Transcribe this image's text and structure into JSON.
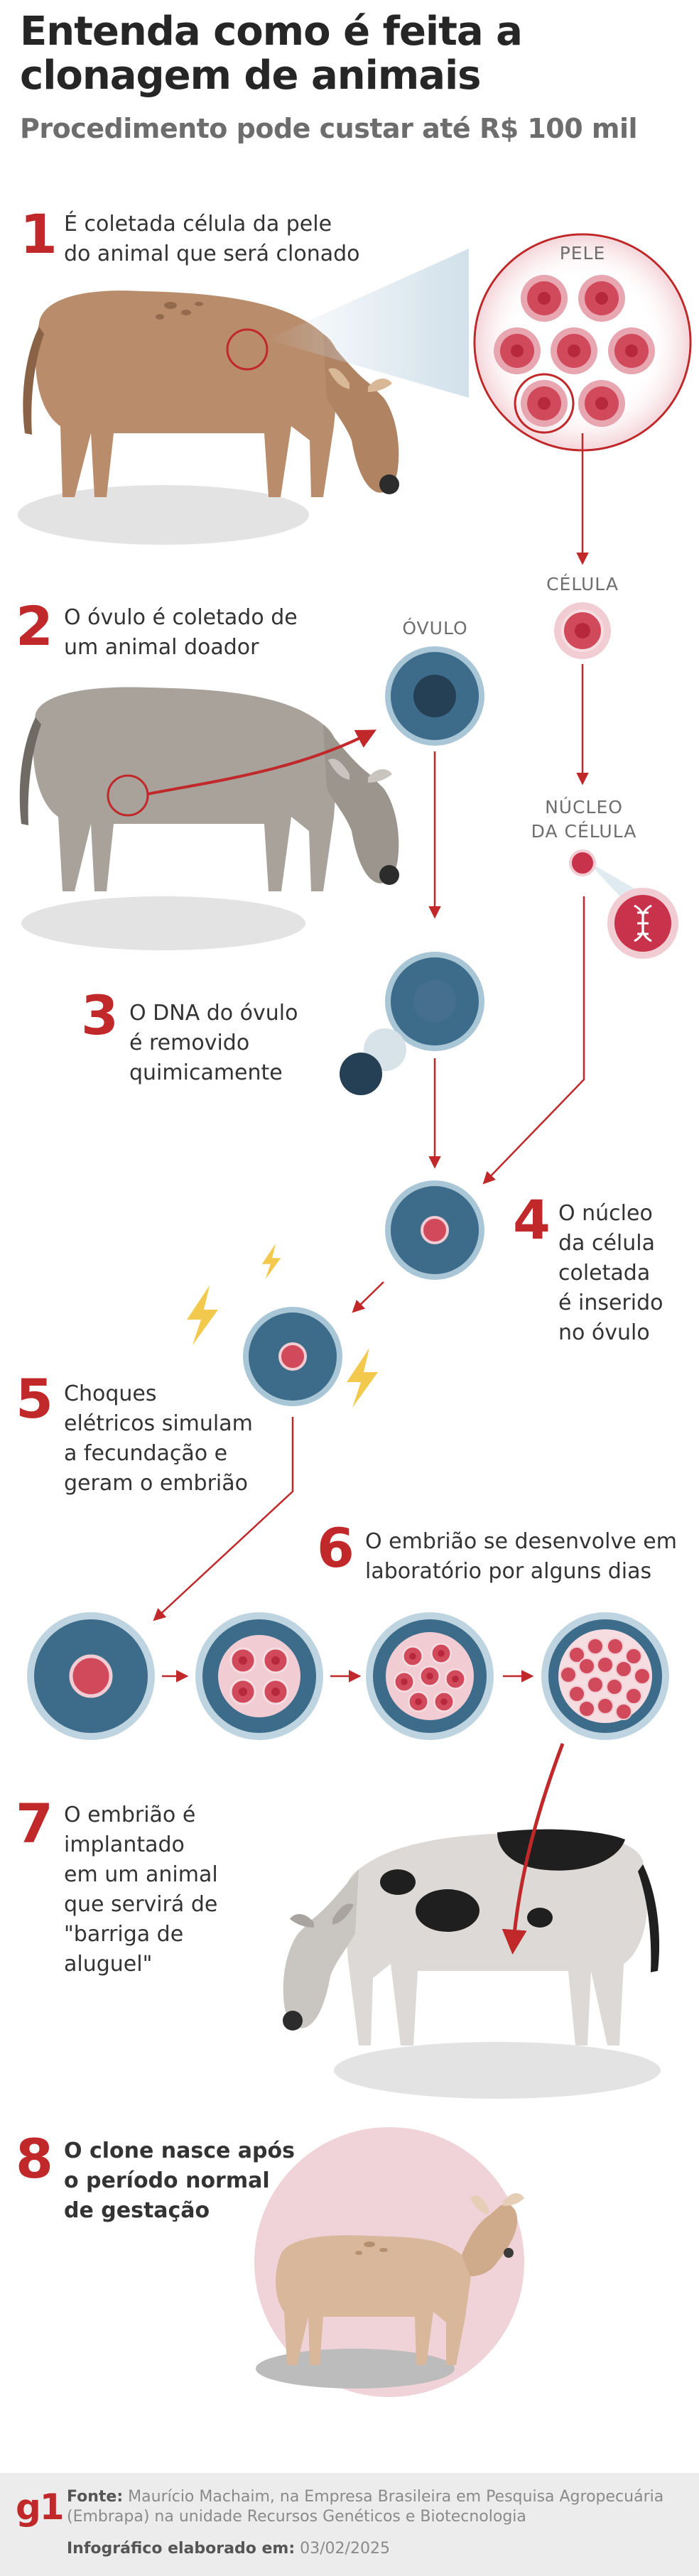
{
  "title": "Entenda como é feita a clonagem de animais",
  "subtitle": "Procedimento pode custar até R$ 100 mil",
  "labels": {
    "pele": "PELE",
    "celula": "CÉLULA",
    "ovulo": "ÓVULO",
    "nucleo_line1": "NÚCLEO",
    "nucleo_line2": "DA CÉLULA"
  },
  "steps": [
    {
      "number": "1",
      "lines": [
        "É coletada célula da pele",
        "do animal que será clonado"
      ]
    },
    {
      "number": "2",
      "lines": [
        "O óvulo é coletado de",
        "um animal doador"
      ]
    },
    {
      "number": "3",
      "lines": [
        "O DNA do óvulo",
        "é removido",
        "quimicamente"
      ]
    },
    {
      "number": "4",
      "lines": [
        "O núcleo",
        "da célula",
        "coletada",
        "é inserido",
        "no óvulo"
      ]
    },
    {
      "number": "5",
      "lines": [
        "Choques",
        "elétricos simulam",
        "a fecundação e",
        "geram o embrião"
      ]
    },
    {
      "number": "6",
      "lines": [
        "O embrião se desenvolve em",
        "laboratório por alguns dias"
      ]
    },
    {
      "number": "7",
      "lines": [
        "O embrião é",
        "implantado",
        "em um animal",
        "que servirá de",
        "\"barriga de",
        "aluguel\""
      ]
    },
    {
      "number": "8",
      "lines": [
        "O clone nasce após",
        "o período normal",
        "de gestação"
      ]
    }
  ],
  "footer": {
    "logo": "g1",
    "source_label": "Fonte:",
    "source_text": "Maurício Machaim, na Empresa Brasileira em Pesquisa Agropecuária (Embrapa) na unidade Recursos Genéticos e Biotecnologia",
    "made_label": "Infográfico elaborado em:",
    "made_date": "03/02/2025"
  },
  "colors": {
    "accent_red": "#c0282a",
    "cell_pink": "#d04a5c",
    "ovum_blue": "#3d6b8a",
    "ovum_ring": "#a9c6d6",
    "cow_brown": "#b98d6c",
    "cow_gray": "#a8a29b",
    "footer_bg": "#ececec"
  }
}
